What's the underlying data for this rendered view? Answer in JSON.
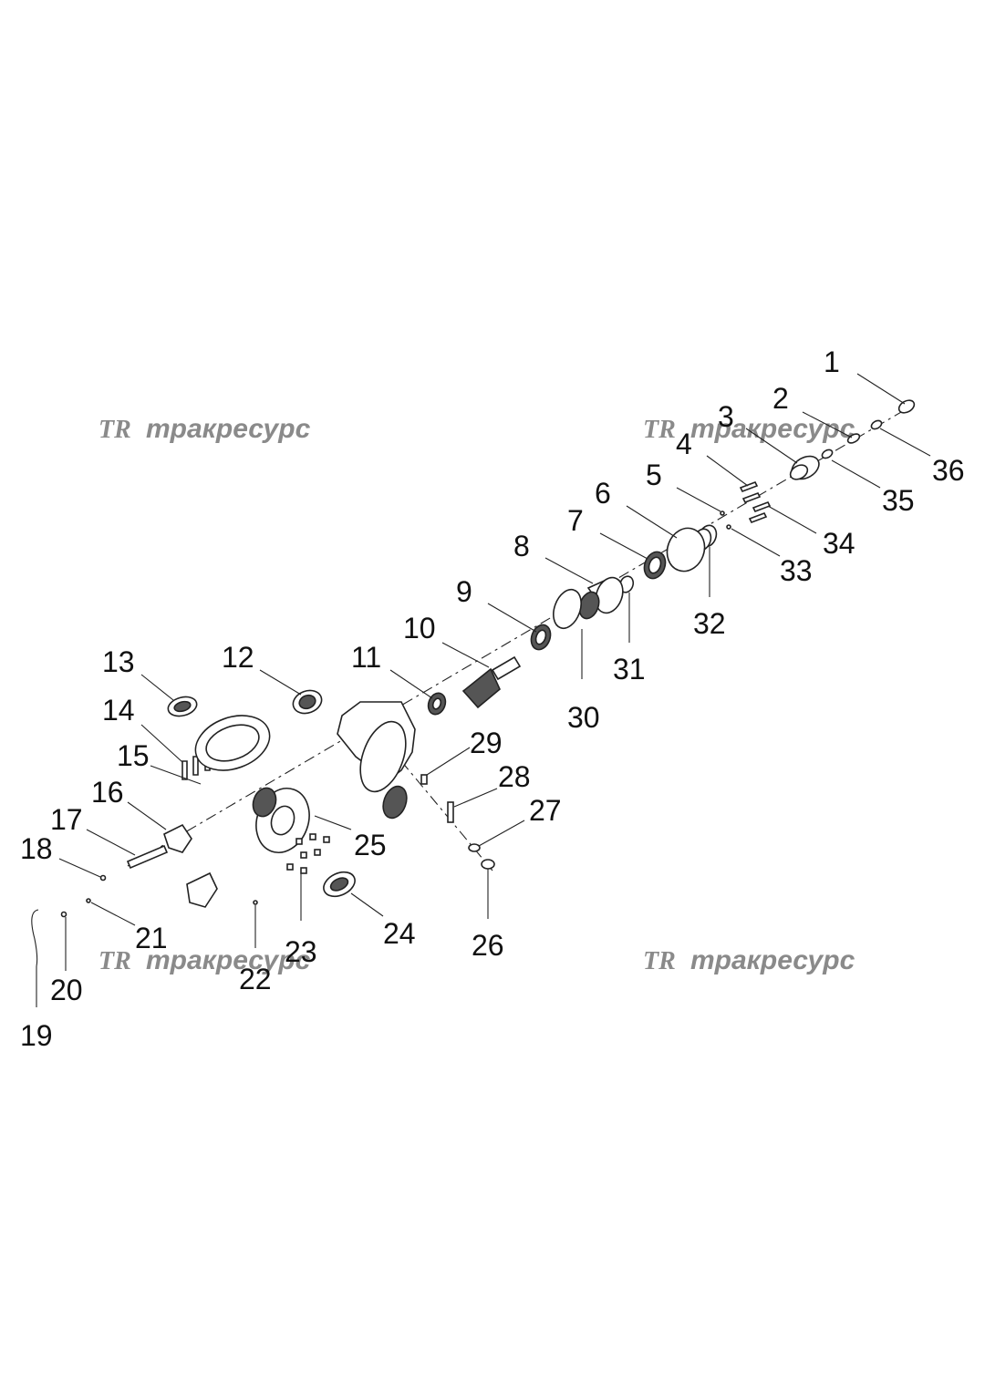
{
  "watermark": {
    "logo": "TR",
    "text": "тракресурс"
  },
  "callouts": [
    {
      "id": 1,
      "label": "1"
    },
    {
      "id": 2,
      "label": "2"
    },
    {
      "id": 3,
      "label": "3"
    },
    {
      "id": 4,
      "label": "4"
    },
    {
      "id": 5,
      "label": "5"
    },
    {
      "id": 6,
      "label": "6"
    },
    {
      "id": 7,
      "label": "7"
    },
    {
      "id": 8,
      "label": "8"
    },
    {
      "id": 9,
      "label": "9"
    },
    {
      "id": 10,
      "label": "10"
    },
    {
      "id": 11,
      "label": "11"
    },
    {
      "id": 12,
      "label": "12"
    },
    {
      "id": 13,
      "label": "13"
    },
    {
      "id": 14,
      "label": "14"
    },
    {
      "id": 15,
      "label": "15"
    },
    {
      "id": 16,
      "label": "16"
    },
    {
      "id": 17,
      "label": "17"
    },
    {
      "id": 18,
      "label": "18"
    },
    {
      "id": 19,
      "label": "19"
    },
    {
      "id": 20,
      "label": "20"
    },
    {
      "id": 21,
      "label": "21"
    },
    {
      "id": 22,
      "label": "22"
    },
    {
      "id": 23,
      "label": "23"
    },
    {
      "id": 24,
      "label": "24"
    },
    {
      "id": 25,
      "label": "25"
    },
    {
      "id": 26,
      "label": "26"
    },
    {
      "id": 27,
      "label": "27"
    },
    {
      "id": 28,
      "label": "28"
    },
    {
      "id": 29,
      "label": "29"
    },
    {
      "id": 30,
      "label": "30"
    },
    {
      "id": 31,
      "label": "31"
    },
    {
      "id": 32,
      "label": "32"
    },
    {
      "id": 33,
      "label": "33"
    },
    {
      "id": 34,
      "label": "34"
    },
    {
      "id": 35,
      "label": "35"
    },
    {
      "id": 36,
      "label": "36"
    }
  ]
}
